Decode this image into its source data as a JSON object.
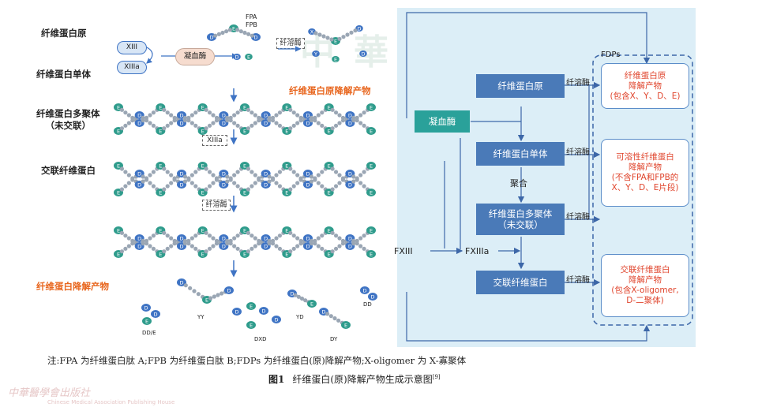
{
  "left": {
    "stages": {
      "fibrinogen": "纤维蛋白原",
      "monomer": "纤维蛋白单体",
      "multimer": "纤维蛋白多聚体",
      "multimer_sub": "（未交联）",
      "crosslinked": "交联纤维蛋白",
      "degradation": "纤维蛋白降解产物"
    },
    "factor_xiii": "XIII",
    "factor_xiiia": "XIIIa",
    "thrombin": "凝血酶",
    "fpa": "FPA",
    "fpb": "FPB",
    "plasmin_box": "纤溶酶",
    "xiiia_box": "XIIIa",
    "plasmin_box2": "纤溶酶",
    "fibrinogen_degr": "纤维蛋白原降解产物",
    "fragments": {
      "ddre": "DD/E",
      "yy": "YY",
      "dxd": "DXD",
      "yd": "YD",
      "dy": "DY",
      "dd": "DD"
    },
    "bead_letters": {
      "e": "E",
      "d": "D",
      "x": "X",
      "y": "Y"
    }
  },
  "right": {
    "fdps_label": "FDPs",
    "thrombin": "凝血酶",
    "fibrinogen": "纤维蛋白原",
    "monomer": "纤维蛋白单体",
    "multimer_line1": "纤维蛋白多聚体",
    "multimer_line2": "（未交联）",
    "crosslinked": "交联纤维蛋白",
    "polymerize": "聚合",
    "fxiii": "FXIII",
    "fxiiia": "FXIIIa",
    "plasmin": "纤溶酶",
    "fdp1": [
      "纤维蛋白原",
      "降解产物",
      "(包含X、Y、D、E)"
    ],
    "fdp2": [
      "可溶性纤维蛋白",
      "降解产物",
      "(不含FPA和FPB的",
      "X、Y、D、E片段)"
    ],
    "fdp3": [
      "交联纤维蛋白",
      "降解产物",
      "(包含X-oligomer,",
      "D-二聚体)"
    ]
  },
  "footer": {
    "note": "注:FPA 为纤维蛋白肽 A;FPB 为纤维蛋白肽 B;FDPs 为纤维蛋白(原)降解产物;X-oligomer 为 X-寡聚体",
    "caption_label": "图1",
    "caption_text": "纤维蛋白(原)降解产物生成示意图",
    "caption_ref": "[9]",
    "publisher": "中華醫學會出版社",
    "publisher_sub": "Chinese Medical Association Publishing House"
  },
  "colors": {
    "blue_box": "#4a7ab8",
    "teal_box": "#2aa19a",
    "fdp_text": "#e0452d",
    "panel_bg": "#dceef7",
    "bead_teal": "#2f9c8c",
    "bead_blue": "#3f74c4",
    "orange_label": "#e8661e"
  }
}
